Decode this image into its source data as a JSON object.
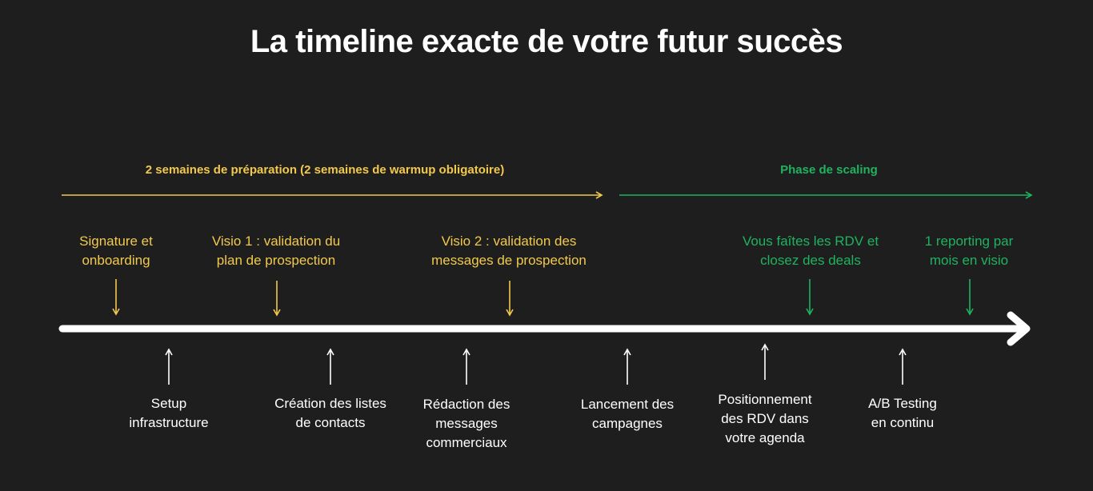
{
  "title": "La timeline exacte de votre futur succès",
  "phases": [
    {
      "label": "2 semaines de préparation (2 semaines de warmup obligatoire)",
      "color": "#f2c94c"
    },
    {
      "label": "Phase de scaling",
      "color": "#1fb35f"
    }
  ],
  "top_events": [
    {
      "lines": [
        "Signature et",
        "onboarding"
      ],
      "color": "#f2c94c"
    },
    {
      "lines": [
        "Visio 1 : validation du",
        "plan de prospection"
      ],
      "color": "#f2c94c"
    },
    {
      "lines": [
        "Visio 2 : validation des",
        "messages de prospection"
      ],
      "color": "#f2c94c"
    },
    {
      "lines": [
        "Vous faîtes les RDV et",
        "closez des deals"
      ],
      "color": "#1fb35f"
    },
    {
      "lines": [
        "1 reporting par",
        "mois en visio"
      ],
      "color": "#1fb35f"
    }
  ],
  "bottom_events": [
    {
      "lines": [
        "Setup",
        "infrastructure"
      ]
    },
    {
      "lines": [
        "Création des listes",
        "de contacts"
      ]
    },
    {
      "lines": [
        "Rédaction des",
        "messages",
        "commerciaux"
      ]
    },
    {
      "lines": [
        "Lancement des",
        "campagnes"
      ]
    },
    {
      "lines": [
        "Positionnement",
        "des RDV dans",
        "votre agenda"
      ]
    },
    {
      "lines": [
        "A/B Testing",
        "en continu"
      ]
    }
  ],
  "colors": {
    "background": "#1e1e1e",
    "timeline": "#ffffff",
    "preparation": "#f2c94c",
    "scaling": "#1fb35f"
  }
}
